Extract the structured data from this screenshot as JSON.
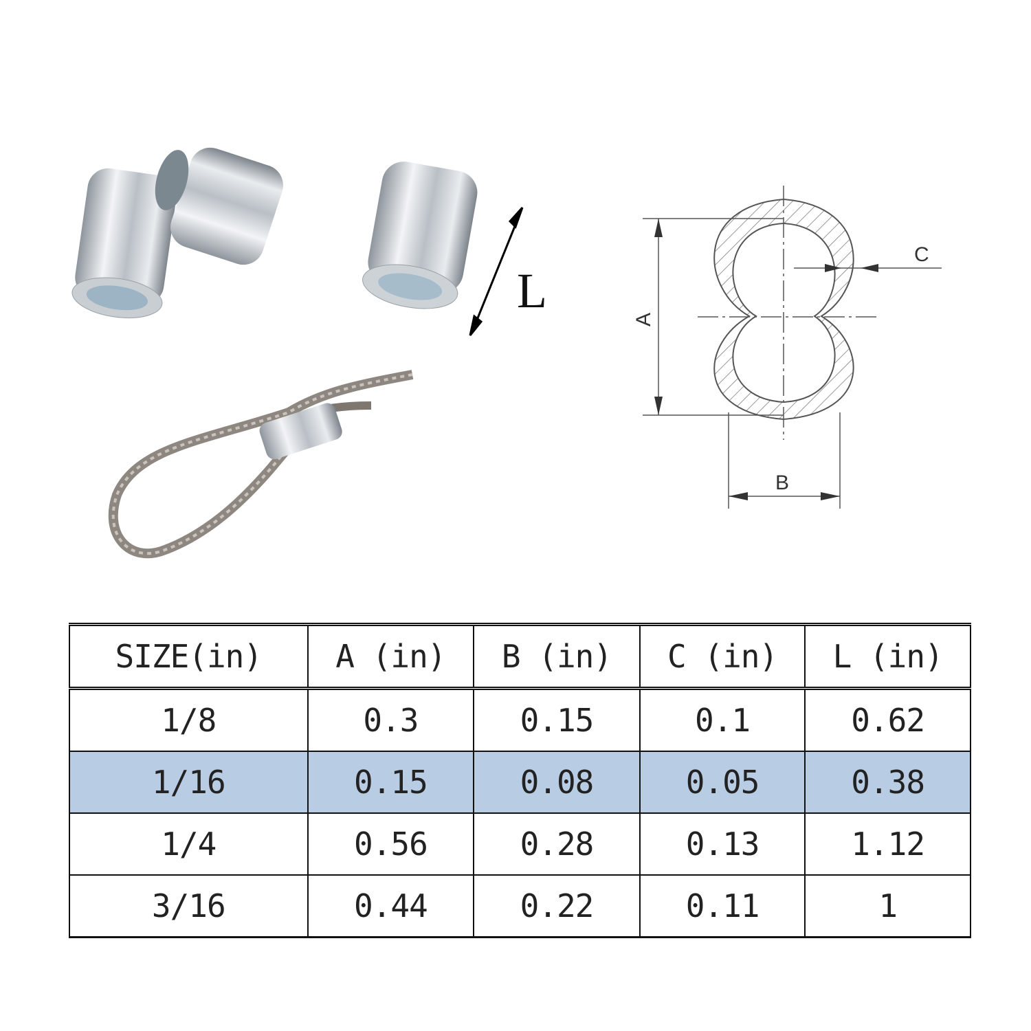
{
  "diagram": {
    "length_label": "L",
    "dimension_labels": {
      "a": "A",
      "b": "B",
      "c": "C"
    }
  },
  "table": {
    "headers": [
      "SIZE(in)",
      "A (in)",
      "B (in)",
      "C (in)",
      "L (in)"
    ],
    "rows": [
      [
        "1/8",
        "0.3",
        "0.15",
        "0.1",
        "0.62"
      ],
      [
        "1/16",
        "0.15",
        "0.08",
        "0.05",
        "0.38"
      ],
      [
        "1/4",
        "0.56",
        "0.28",
        "0.13",
        "1.12"
      ],
      [
        "3/16",
        "0.44",
        "0.22",
        "0.11",
        "1"
      ]
    ],
    "highlight_color": "#b8cce4"
  }
}
